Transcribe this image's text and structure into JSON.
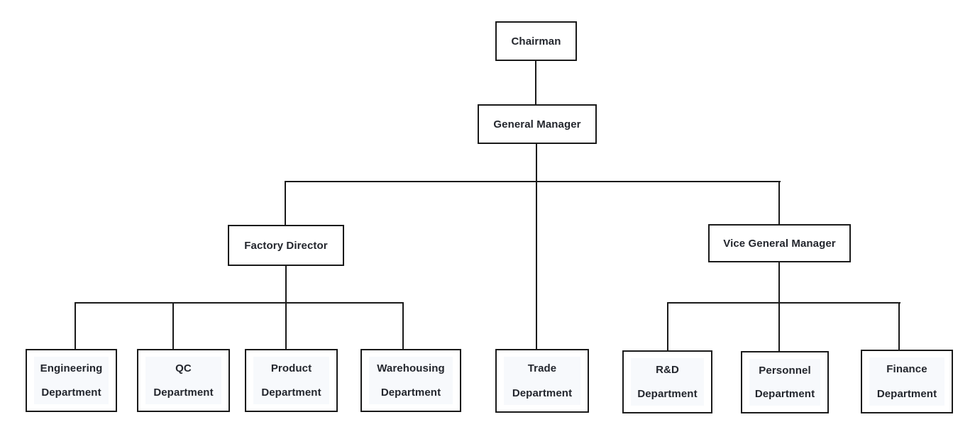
{
  "diagram": {
    "type": "org-chart",
    "nodes": {
      "chairman": {
        "lines": [
          "Chairman"
        ]
      },
      "general_manager": {
        "lines": [
          "General Manager"
        ]
      },
      "factory_director": {
        "lines": [
          "Factory Director"
        ]
      },
      "vice_general_manager": {
        "lines": [
          "Vice General Manager"
        ]
      },
      "engineering": {
        "lines": [
          "Engineering",
          "Department"
        ]
      },
      "qc": {
        "lines": [
          "QC",
          "Department"
        ]
      },
      "product": {
        "lines": [
          "Product",
          "Department"
        ]
      },
      "warehousing": {
        "lines": [
          "Warehousing",
          "Department"
        ]
      },
      "trade": {
        "lines": [
          "Trade",
          "Department"
        ]
      },
      "rnd": {
        "lines": [
          "R&D",
          "Department"
        ]
      },
      "personnel": {
        "lines": [
          "Personnel",
          "Department"
        ]
      },
      "finance": {
        "lines": [
          "Finance",
          "Department"
        ]
      }
    },
    "edges": [
      [
        "Chairman",
        "General Manager"
      ],
      [
        "General Manager",
        "Factory Director"
      ],
      [
        "General Manager",
        "Trade Department"
      ],
      [
        "General Manager",
        "Vice General Manager"
      ],
      [
        "Factory Director",
        "Engineering Department"
      ],
      [
        "Factory Director",
        "QC Department"
      ],
      [
        "Factory Director",
        "Product Department"
      ],
      [
        "Factory Director",
        "Warehousing Department"
      ],
      [
        "Vice General Manager",
        "R&D Department"
      ],
      [
        "Vice General Manager",
        "Personnel Department"
      ],
      [
        "Vice General Manager",
        "Finance Department"
      ]
    ],
    "colors": {
      "line": "#1a1a1a",
      "box_border": "#1a1a1a",
      "box_fill": "#ffffff",
      "text": "#23262d",
      "tint": "#f7f9fc"
    }
  }
}
